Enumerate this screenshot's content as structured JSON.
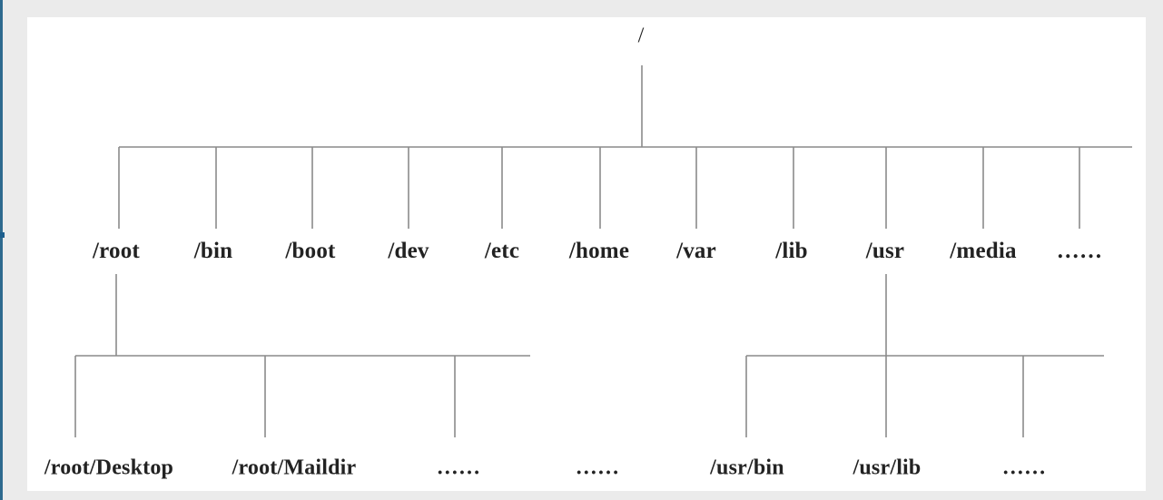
{
  "tree": {
    "root": "/",
    "level1": [
      "/root",
      "/bin",
      "/boot",
      "/dev",
      "/etc",
      "/home",
      "/var",
      "/lib",
      "/usr",
      "/media",
      "……"
    ],
    "root_children": [
      "/root/Desktop",
      "/root/Maildir",
      "……"
    ],
    "middle_ellipsis": "……",
    "usr_children": [
      "/usr/bin",
      "/usr/lib",
      "……"
    ]
  }
}
